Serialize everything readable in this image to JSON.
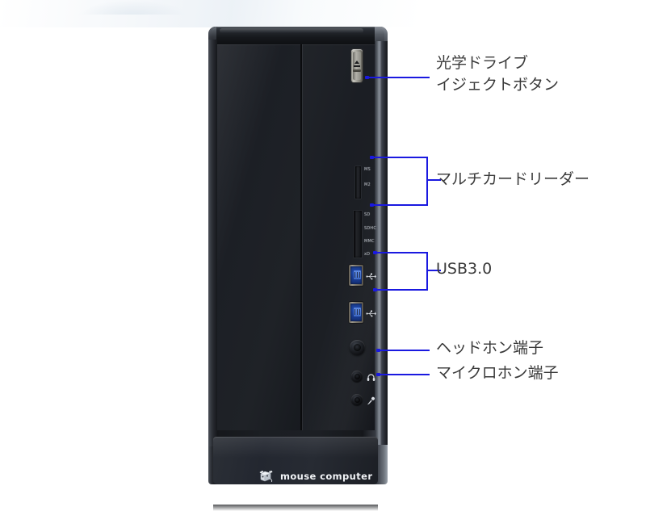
{
  "page": {
    "title": "mouse computer desktop PC front panel diagram",
    "background_color": "#ffffff",
    "callout_color": "#1a19e0",
    "label_color": "#3a3a3a"
  },
  "device": {
    "brand_text": "mouse computer",
    "brand_icon": "mouse-logo-icon",
    "case_color": "#1b1e23",
    "panel_seam": true
  },
  "callouts": [
    {
      "id": "optical-eject",
      "label_line1": "光学ドライブ",
      "label_line2": "イジェクトボタン",
      "target": "optical-drive-eject-button",
      "style": "single"
    },
    {
      "id": "card-reader",
      "label_line1": "マルチカードリーダー",
      "label_line2": "",
      "target": "multi-card-reader-slots",
      "style": "bracket"
    },
    {
      "id": "usb30",
      "label_line1": "USB3.0",
      "label_line2": "",
      "target": "usb-3-ports",
      "style": "bracket"
    },
    {
      "id": "headphone",
      "label_line1": "ヘッドホン端子",
      "label_line2": "",
      "target": "headphone-jack",
      "style": "single"
    },
    {
      "id": "microphone",
      "label_line1": "マイクロホン端子",
      "label_line2": "",
      "target": "microphone-jack",
      "style": "single"
    }
  ],
  "ports": {
    "eject_button": {
      "name": "optical-drive-eject-button",
      "symbol": "eject-triangle-icon",
      "finish": "silver"
    },
    "card_slots": [
      {
        "name": "card-slot-ms",
        "silk_top": "MS",
        "silk_bottom": "M2"
      },
      {
        "name": "card-slot-sd",
        "silk_1": "SD",
        "silk_2": "SDHC",
        "silk_3": "MMC",
        "silk_4": "xD"
      }
    ],
    "usb_ports": [
      {
        "name": "usb-3-port-upper",
        "version": "USB3.0",
        "connector_color": "#1f49ad",
        "icon": "usb-trident-icon"
      },
      {
        "name": "usb-3-port-lower",
        "version": "USB3.0",
        "connector_color": "#1f49ad",
        "icon": "usb-trident-icon"
      }
    ],
    "power_button": {
      "name": "power-button",
      "shape": "circle"
    },
    "audio_jacks": [
      {
        "name": "headphone-jack",
        "icon": "headphone-icon"
      },
      {
        "name": "microphone-jack",
        "icon": "microphone-icon"
      }
    ]
  }
}
